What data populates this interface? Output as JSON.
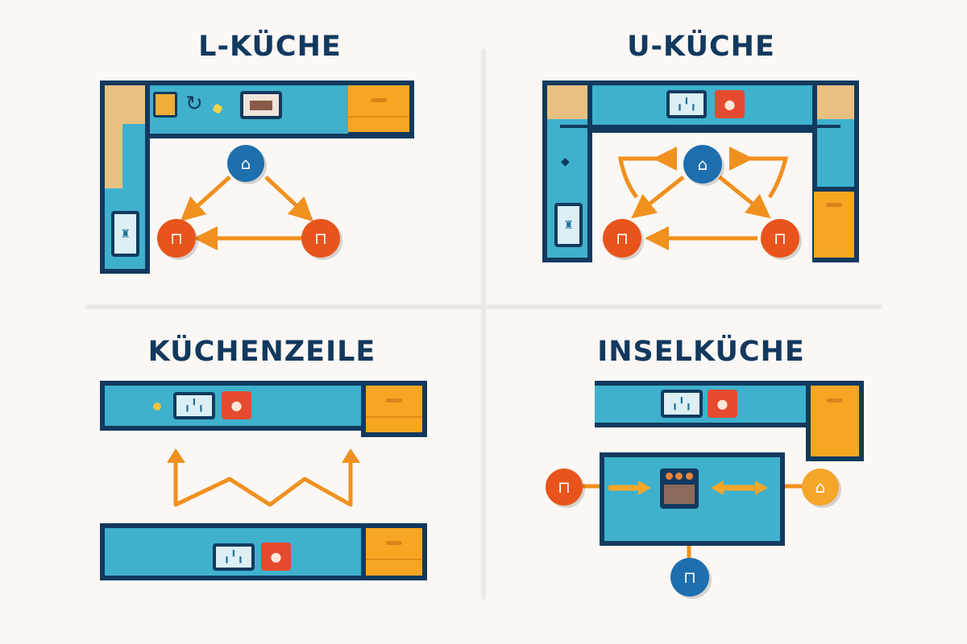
{
  "quadrants": [
    {
      "id": "l-kueche",
      "title": "L-KÜCHE"
    },
    {
      "id": "u-kueche",
      "title": "U-KÜCHE"
    },
    {
      "id": "kuechenzeile",
      "title": "KÜCHENZEILE"
    },
    {
      "id": "inselkueche",
      "title": "INSELKÜCHE"
    }
  ],
  "icons": {
    "sink": "⚲",
    "stove": "●",
    "pot": "⊓",
    "fridge": "▭",
    "fridge_glyph": "♜",
    "sink_glyph": "╻╹╻",
    "cloche": "⌂"
  },
  "colors": {
    "background": "#fbf7f4",
    "title": "#12395e",
    "counter": "#3fb1cd",
    "counter_border": "#123a5e",
    "cabinet": "#f6a623",
    "arrow": "#f0901e",
    "node_orange": "#e8541b",
    "node_blue": "#1e6fae",
    "node_yellow": "#f4a62a",
    "stove": "#e64a2e",
    "wood": "#e8c182"
  }
}
